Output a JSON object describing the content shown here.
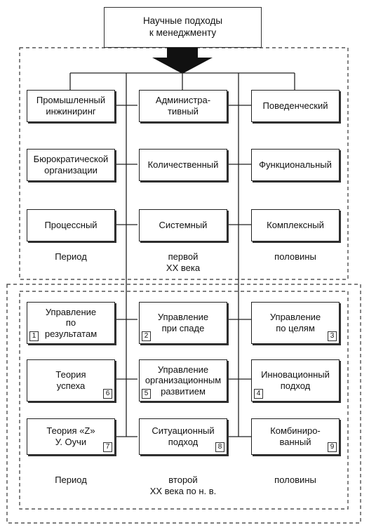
{
  "title": "Научные подходы\nк менеджменту",
  "first_half": {
    "boxes": [
      {
        "id": "industrial-engineering",
        "label": "Промышленный\nинжиниринг"
      },
      {
        "id": "administrative",
        "label": "Администра-\nтивный"
      },
      {
        "id": "behavioral",
        "label": "Поведенческий"
      },
      {
        "id": "bureaucratic",
        "label": "Бюрократической\nорганизации"
      },
      {
        "id": "quantitative",
        "label": "Количественный"
      },
      {
        "id": "functional",
        "label": "Функциональный"
      },
      {
        "id": "process",
        "label": "Процессный"
      },
      {
        "id": "systemic",
        "label": "Системный"
      },
      {
        "id": "complex",
        "label": "Комплексный"
      }
    ],
    "period_caption": [
      "Период",
      "первой\nXX века",
      "половины"
    ]
  },
  "second_half": {
    "boxes": [
      {
        "id": "mbr",
        "label": "Управление\nпо\nрезультатам",
        "num": "1"
      },
      {
        "id": "decline",
        "label": "Управление\nпри спаде",
        "num": "2"
      },
      {
        "id": "mbo",
        "label": "Управление\nпо целям",
        "num": "3"
      },
      {
        "id": "success",
        "label": "Теория\nуспеха",
        "num": "6"
      },
      {
        "id": "org-dev",
        "label": "Управление\nорганизационным\nразвитием",
        "num": "5"
      },
      {
        "id": "innovation",
        "label": "Инновационный\nподход",
        "num": "4"
      },
      {
        "id": "theory-z",
        "label": "Теория «Z»\nУ. Оучи",
        "num": "7"
      },
      {
        "id": "situational",
        "label": "Ситуационный\nподход",
        "num": "8"
      },
      {
        "id": "combined",
        "label": "Комбиниро-\nванный",
        "num": "9"
      }
    ],
    "period_caption": [
      "Период",
      "второй\nXX века по н. в.",
      "половины"
    ]
  }
}
